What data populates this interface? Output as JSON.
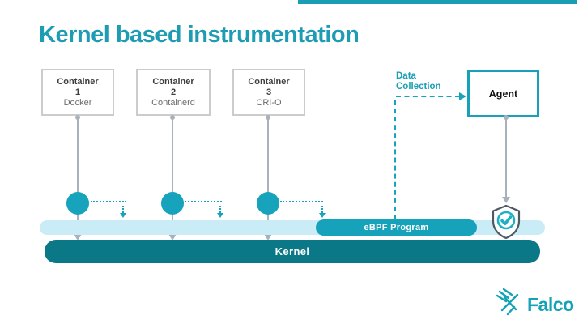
{
  "slide": {
    "title": "Kernel based instrumentation"
  },
  "containers": [
    {
      "label": "Container",
      "number": "1",
      "runtime": "Docker"
    },
    {
      "label": "Container",
      "number": "2",
      "runtime": "Containerd"
    },
    {
      "label": "Container",
      "number": "3",
      "runtime": "CRI-O"
    }
  ],
  "data_collection": {
    "line1": "Data",
    "line2": "Collection"
  },
  "agent": {
    "label": "Agent"
  },
  "ebpf": {
    "label": "eBPF Program"
  },
  "kernel": {
    "label": "Kernel"
  },
  "logo": {
    "text": "Falco"
  },
  "icons": {
    "shield": "shield-check-icon",
    "logo_bird": "falco-bird-icon"
  },
  "colors": {
    "accent_teal": "#1b9db4",
    "circle_teal": "#17a3bb",
    "band_light_blue": "#c9ecf7",
    "ebpf_pill": "#16a2ba",
    "kernel_bar": "#0b7887",
    "connector_gray": "#a8b2bc",
    "box_border_gray": "#cccccc"
  }
}
